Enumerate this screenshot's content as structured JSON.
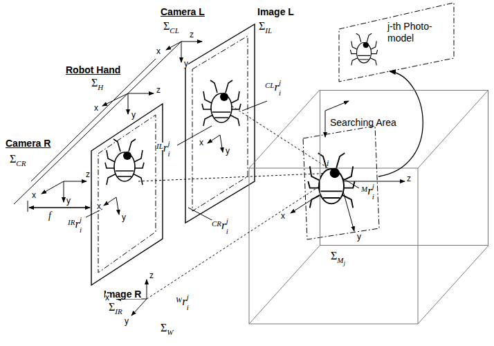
{
  "diagram": {
    "nodes": [
      {
        "text": [
          "Searching Area"
        ]
      },
      {
        "text": [
          "j-th Photo-model"
        ]
      }
    ],
    "edges": [
      {
        "from": 0,
        "to": 1,
        "arrow": "to"
      }
    ],
    "labels": [
      "Camera L",
      "Σ",
      "CL",
      "Image L",
      "Σ",
      "IL",
      "Robot Hand",
      "Σ",
      "H",
      "Camera R",
      "Σ",
      "CR",
      "Image R",
      "Σ",
      "IR",
      "f",
      "z",
      "x",
      "y",
      "x",
      "y",
      "z",
      "x",
      "y",
      "z",
      "x",
      "y",
      "x",
      "y",
      "z",
      "x",
      "y",
      "z",
      "x",
      "y",
      "Σ",
      "W",
      "CL",
      "r",
      "j",
      "i",
      "IL",
      "r",
      "j",
      "i",
      "CR",
      "r",
      "j",
      "i",
      "IR",
      "r",
      "j",
      "i",
      "M",
      "r",
      "j",
      "i",
      "W",
      "r",
      "j",
      "i",
      "Σ",
      "M",
      "j",
      "i"
    ]
  }
}
